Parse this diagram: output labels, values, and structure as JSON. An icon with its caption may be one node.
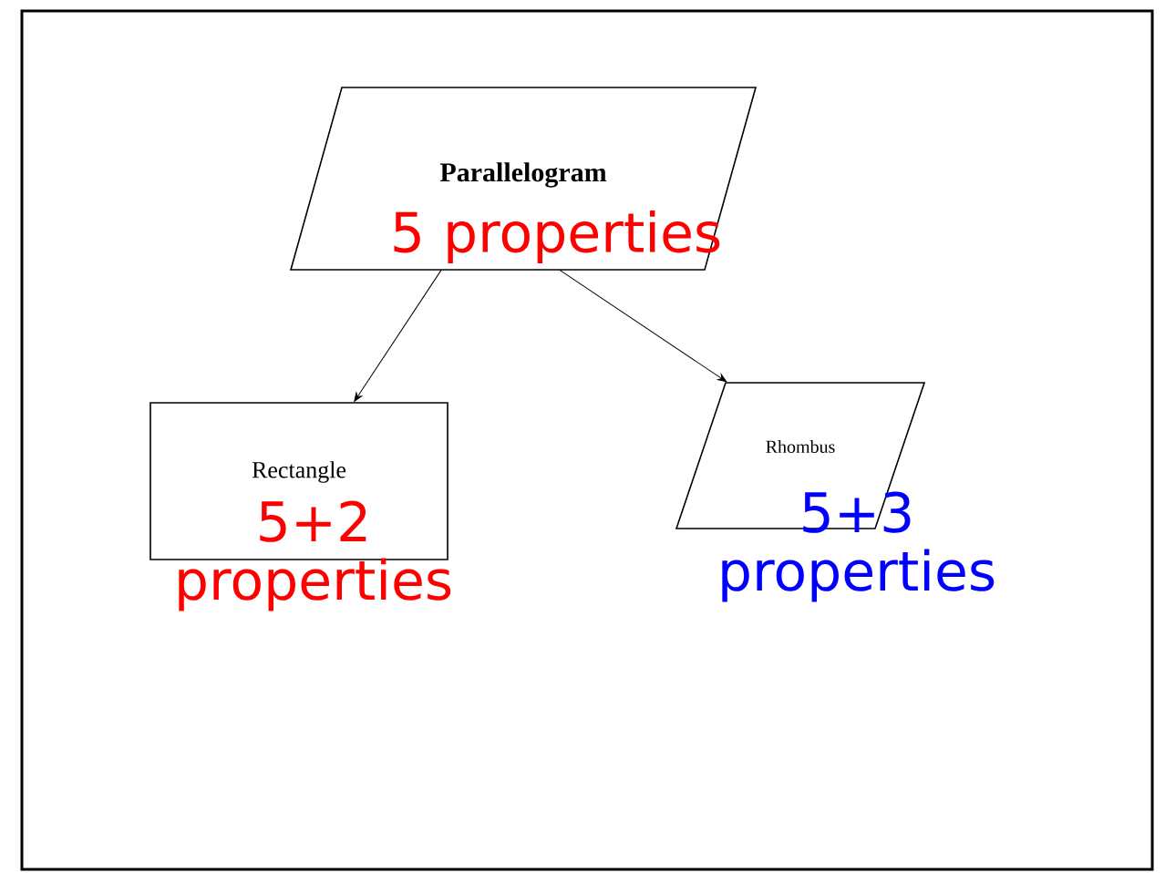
{
  "diagram": {
    "nodes": [
      {
        "text": [
          "Parallelogram",
          "5 properties"
        ]
      },
      {
        "text": [
          "Rectangle",
          "5+2 properties"
        ]
      },
      {
        "text": [
          "Rhombus",
          "5+3 properties"
        ]
      }
    ],
    "edges": [
      {
        "from": 0,
        "to": 1,
        "arrow": "to"
      },
      {
        "from": 0,
        "to": 2,
        "arrow": "to"
      }
    ]
  }
}
